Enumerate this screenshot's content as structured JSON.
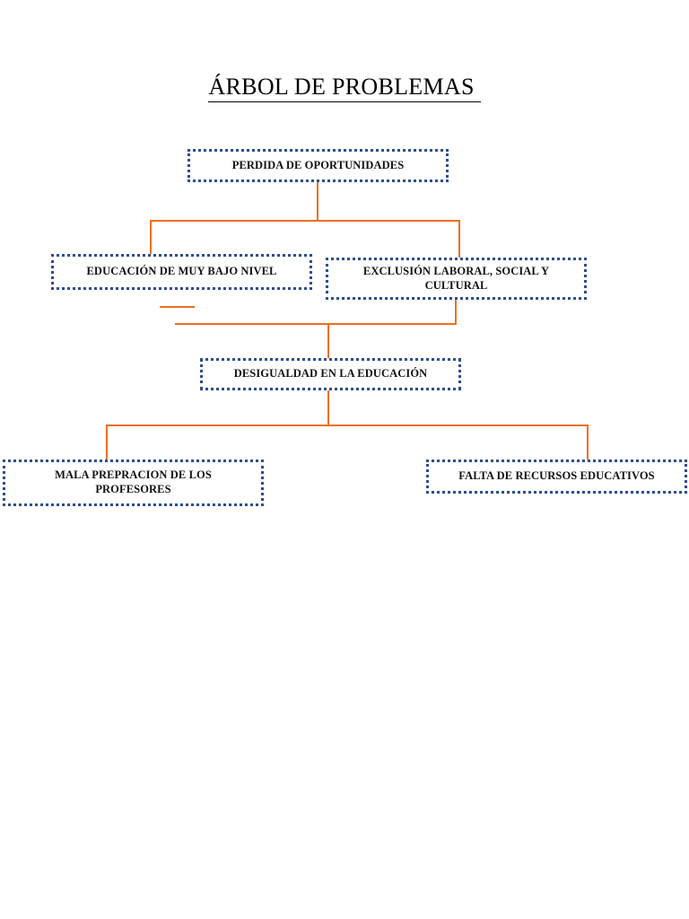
{
  "document": {
    "title": "ÁRBOL DE PROBLEMAS ",
    "background_color": "#FFFFFF"
  },
  "theme": {
    "box_border_color": "#2E4D8E",
    "connector_color": "#ED7020",
    "text_color": "#111111",
    "box_border_style": "dotted"
  },
  "diagram": {
    "type": "problem-tree",
    "nodes": [
      {
        "id": "perdida-oportunidades",
        "label": "PERDIDA DE OPORTUNIDADES",
        "level": 0
      },
      {
        "id": "educacion-bajo-nivel",
        "label": "EDUCACIÓN DE MUY BAJO NIVEL",
        "level": 1
      },
      {
        "id": "exclusion-laboral",
        "label": "EXCLUSIÓN LABORAL, SOCIAL Y\nCULTURAL",
        "level": 1
      },
      {
        "id": "desigualdad-educacion",
        "label": "DESIGUALDAD EN LA EDUCACIÓN",
        "level": 2
      },
      {
        "id": "mala-preparacion-profesores",
        "label": "MALA PREPRACION DE LOS\nPROFESORES",
        "level": 3
      },
      {
        "id": "falta-recursos-educativos",
        "label": "FALTA DE RECURSOS EDUCATIVOS",
        "level": 3
      }
    ],
    "edges": [
      {
        "from": "perdida-oportunidades",
        "to": "educacion-bajo-nivel"
      },
      {
        "from": "perdida-oportunidades",
        "to": "exclusion-laboral"
      },
      {
        "from": "exclusion-laboral",
        "to": "desigualdad-educacion"
      },
      {
        "from": "desigualdad-educacion",
        "to": "mala-preparacion-profesores"
      },
      {
        "from": "desigualdad-educacion",
        "to": "falta-recursos-educativos"
      }
    ]
  }
}
